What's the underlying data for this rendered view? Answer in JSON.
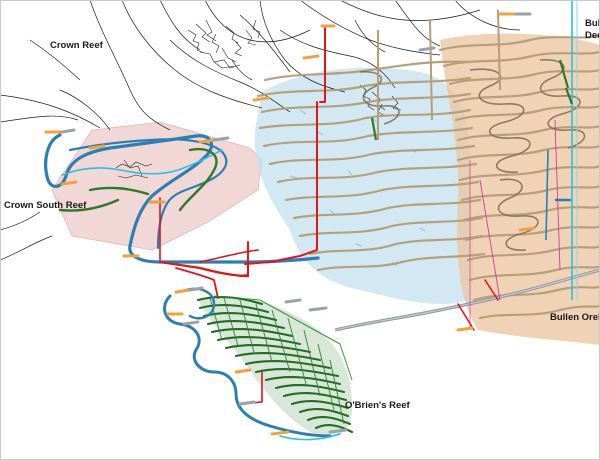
{
  "map": {
    "labels": {
      "crown_reef": "Crown Reef",
      "crown_south_reef": "Crown South Reef",
      "obriens_reef": "O'Brien's Reef",
      "bullen_orebody": "Bullen Oreb",
      "bullen_decline_line1": "Bull",
      "bullen_decline_line2": "Dec"
    },
    "colors": {
      "background": "#ffffff",
      "topo_lines": "#1c1c1c",
      "crown_south_zone": "#eec9c9",
      "blue_zone": "#bfe0ee",
      "tan_zone": "#ecc6a2",
      "development_tan": "#b59d76",
      "decline_blue": "#2b7fb3",
      "decline_cyan": "#27c1e4",
      "decline_red": "#e3141c",
      "obriens_green": "#1f6b1f",
      "crown_green": "#2a7a2a",
      "level_orange": "#f2a23b",
      "level_grey": "#9aa3ab",
      "drillhole_magenta": "#d23a9a"
    }
  }
}
